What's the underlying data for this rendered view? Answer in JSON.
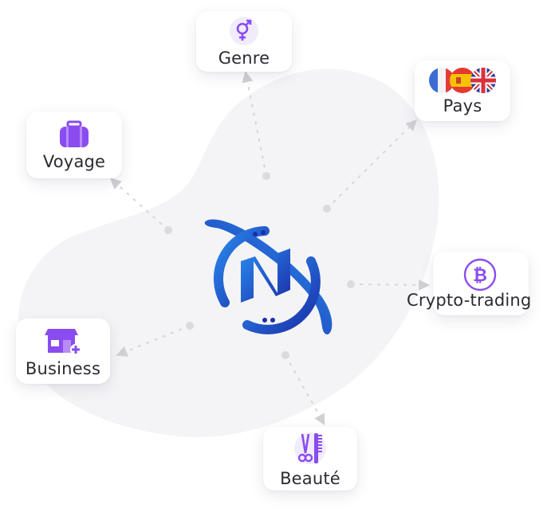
{
  "nodes": {
    "genre": {
      "label": "Genre",
      "icon": "gender-symbol-icon"
    },
    "pays": {
      "label": "Pays",
      "flags": [
        "france-flag-icon",
        "spain-flag-icon",
        "uk-flag-icon"
      ]
    },
    "voyage": {
      "label": "Voyage",
      "icon": "suitcase-icon"
    },
    "crypto": {
      "label": "Crypto-trading",
      "icon": "bitcoin-icon"
    },
    "business": {
      "label": "Business",
      "icon": "storefront-icon"
    },
    "beaute": {
      "label": "Beauté",
      "icon": "scissors-comb-icon"
    }
  },
  "center": {
    "logo": "n-orbit-logo"
  },
  "colors": {
    "accent": "#8a4cf0",
    "logo_dark": "#1b2fa8",
    "logo_light": "#2a8bf0",
    "blob": "#f4f4f6",
    "connector": "#d6d6da",
    "text": "#2b2b33"
  }
}
